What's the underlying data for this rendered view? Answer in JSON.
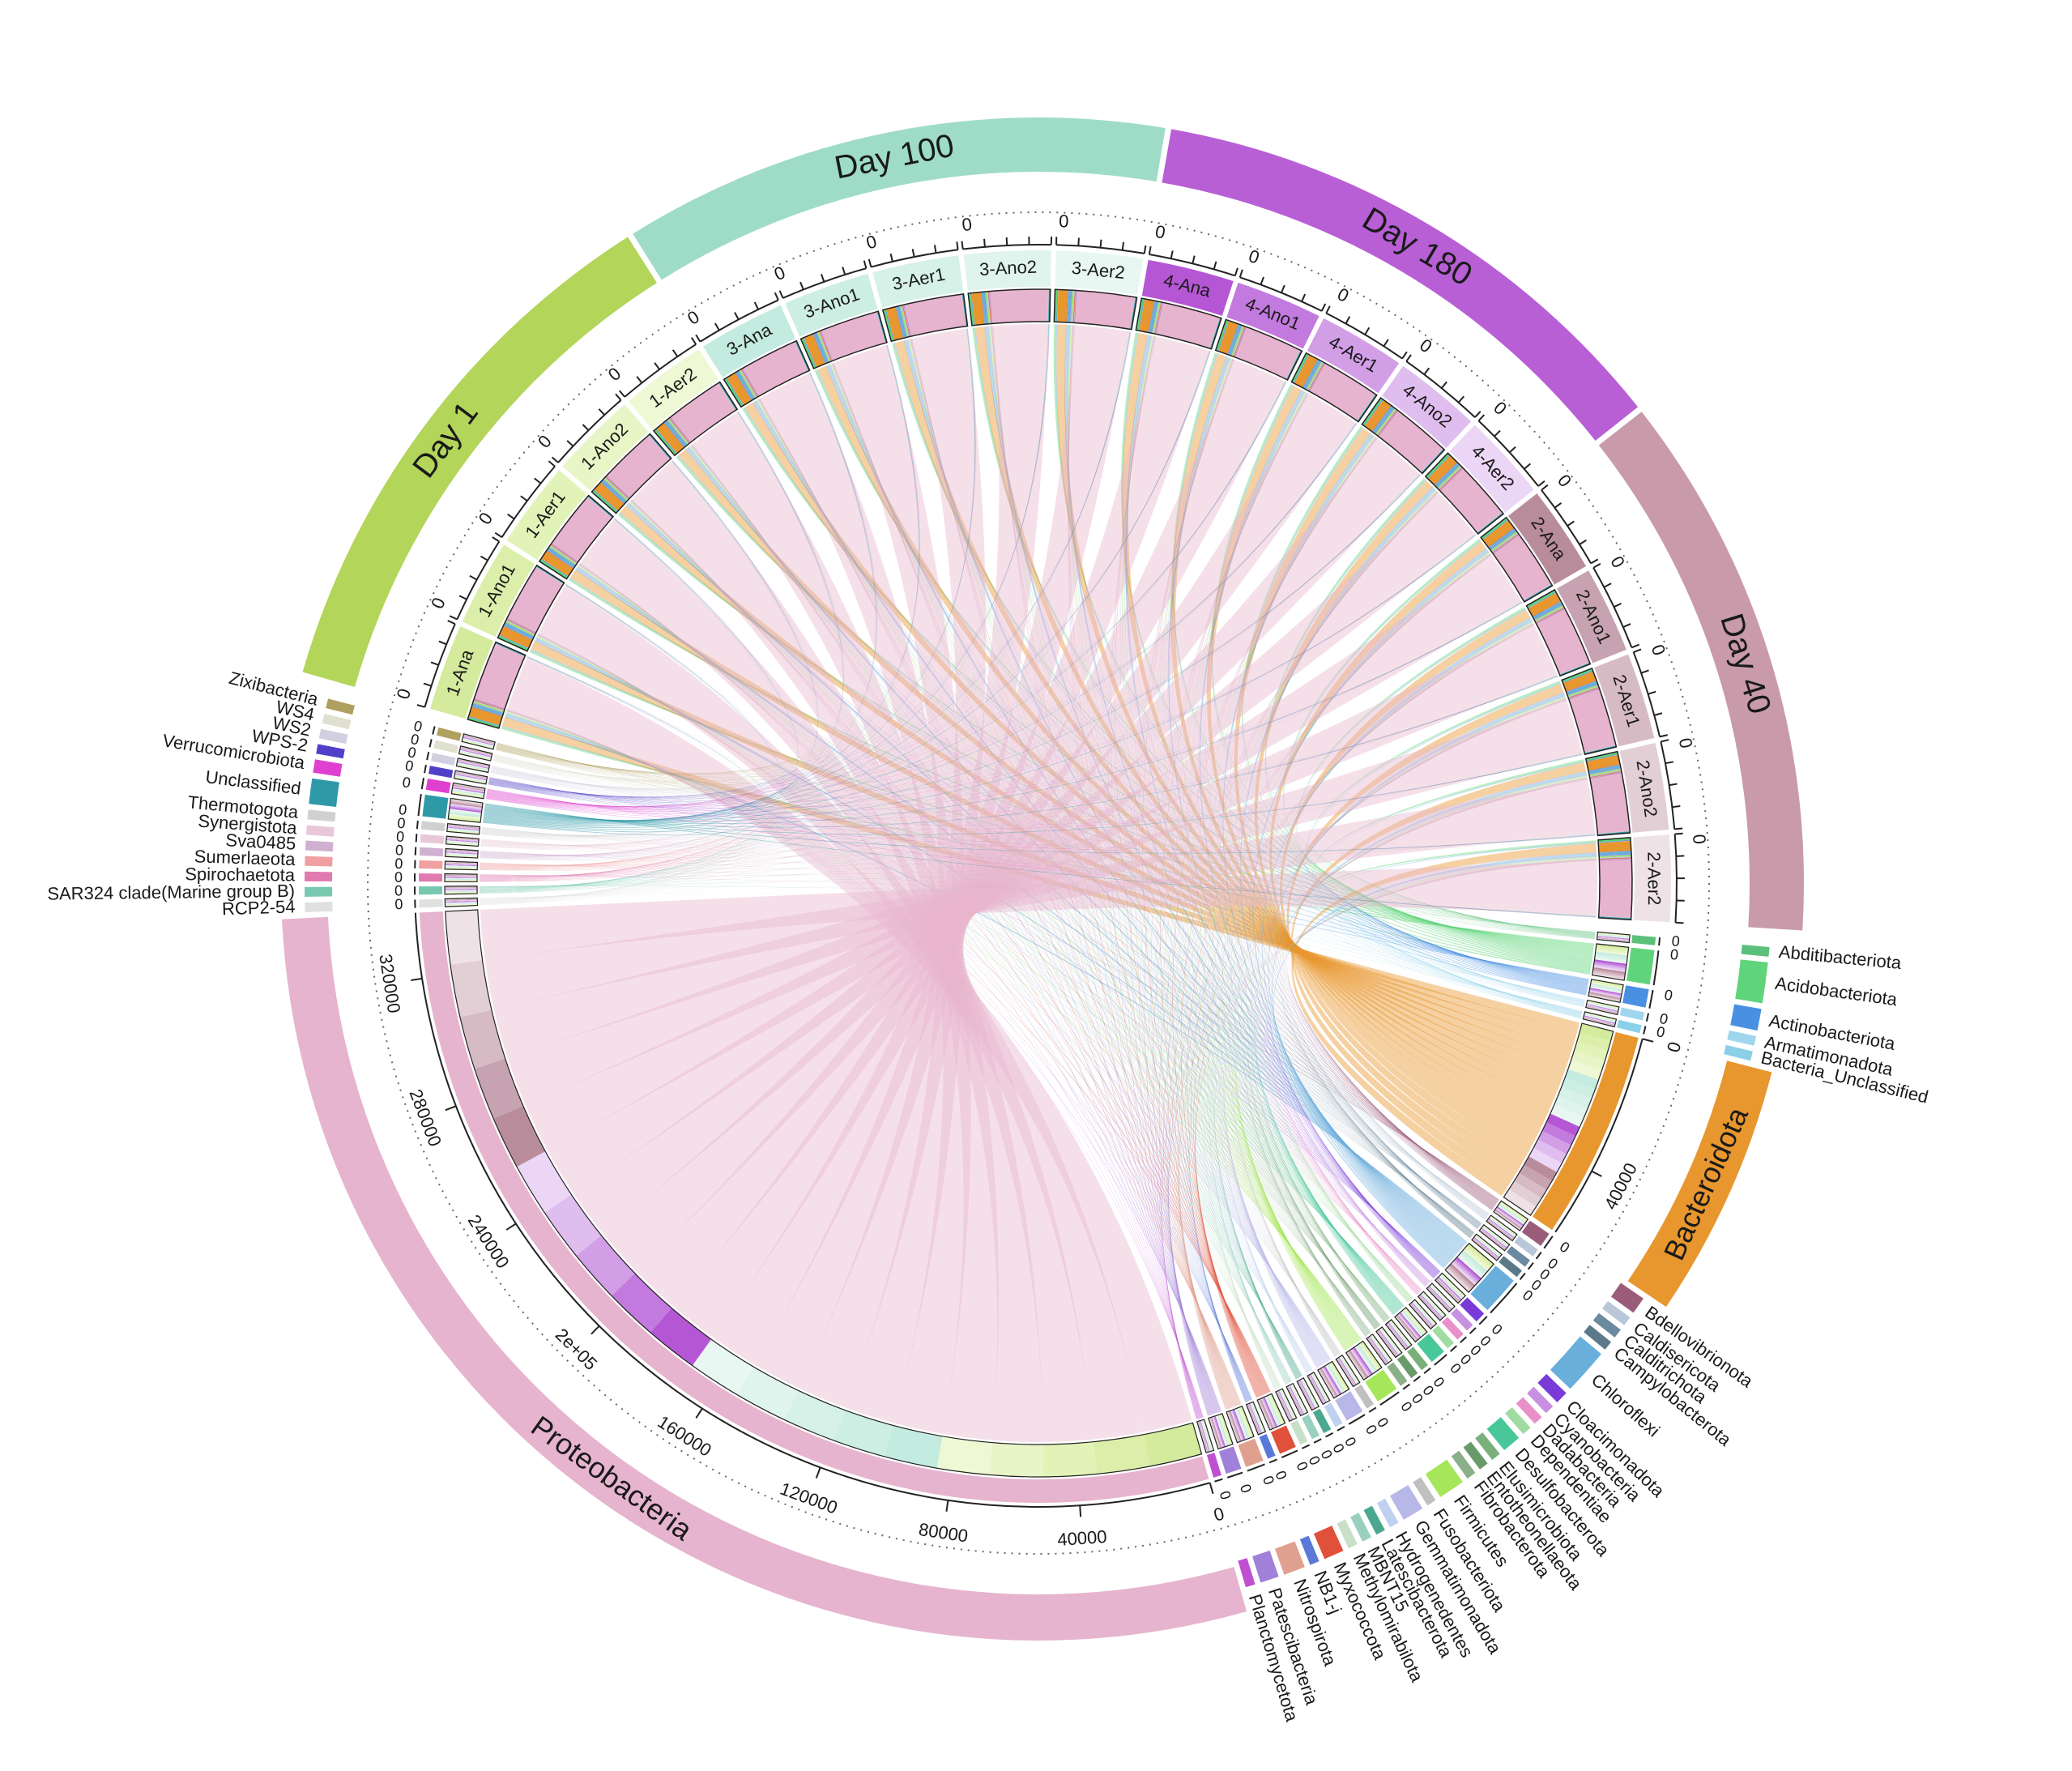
{
  "chart_data": {
    "type": "chord",
    "groups": [
      {
        "name": "Day 1",
        "color": "#b2d55a",
        "samples": [
          "1-Ana",
          "1-Ano1",
          "1-Aer1",
          "1-Ano2",
          "1-Aer2"
        ]
      },
      {
        "name": "Day 100",
        "color": "#9fdcc8",
        "samples": [
          "3-Ana",
          "3-Ano1",
          "3-Aer1",
          "3-Ano2",
          "3-Aer2"
        ]
      },
      {
        "name": "Day 180",
        "color": "#b85fd6",
        "samples": [
          "4-Ana",
          "4-Ano1",
          "4-Aer1",
          "4-Ano2",
          "4-Aer2"
        ]
      },
      {
        "name": "Day 40",
        "color": "#c89aaa",
        "samples": [
          "2-Ana",
          "2-Ano1",
          "2-Aer1",
          "2-Ano2",
          "2-Aer2"
        ]
      }
    ],
    "sample_colors": {
      "1-Ana": "#d4ea9c",
      "1-Ano1": "#dcefaa",
      "1-Aer1": "#e2f3b8",
      "1-Ano2": "#e8f5c6",
      "1-Aer2": "#eef8d4",
      "3-Ana": "#c4ebdf",
      "3-Ano1": "#cdeee3",
      "3-Aer1": "#d6f1e8",
      "3-Ano2": "#dff4ec",
      "3-Aer2": "#e8f7f1",
      "4-Ana": "#b556d4",
      "4-Ano1": "#c27ade",
      "4-Aer1": "#d29ee6",
      "4-Ano2": "#dfbdef",
      "4-Aer2": "#ecd6f5",
      "2-Ana": "#b98c9c",
      "2-Ano1": "#c7a2b0",
      "2-Aer1": "#d6bac4",
      "2-Ano2": "#e2ced5",
      "2-Aer2": "#eee2e7"
    },
    "sample_axis": {
      "tick_label": "0"
    },
    "phyla": [
      {
        "name": "Abditibacteriota",
        "color": "#5cc07a",
        "total": 0
      },
      {
        "name": "Acidobacteriota",
        "color": "#5fd47a",
        "total": 14000
      },
      {
        "name": "Actinobacteriota",
        "color": "#4a90e2",
        "total": 4000
      },
      {
        "name": "Armatimonadota",
        "color": "#9fd6ee",
        "total": 600
      },
      {
        "name": "Bacteria_Unclassified",
        "color": "#8ad0e8",
        "total": 400
      },
      {
        "name": "Bacteroidota",
        "color": "#e8962e",
        "total": 56000
      },
      {
        "name": "Bdellovibrionota",
        "color": "#9b5c7a",
        "total": 2500
      },
      {
        "name": "Caldisericota",
        "color": "#b8c8d8",
        "total": 300
      },
      {
        "name": "Calditrichota",
        "color": "#6a8aa0",
        "total": 400
      },
      {
        "name": "Campylobacterota",
        "color": "#5a7a8a",
        "total": 600
      },
      {
        "name": "Chloroflexi",
        "color": "#6aaedc",
        "total": 18000
      },
      {
        "name": "Cloacimonadota",
        "color": "#7a3ad8",
        "total": 1400
      },
      {
        "name": "Cyanobacteria",
        "color": "#c890e0",
        "total": 500
      },
      {
        "name": "Dadabacteria",
        "color": "#e890c8",
        "total": 300
      },
      {
        "name": "Dependentiae",
        "color": "#a0dca0",
        "total": 300
      },
      {
        "name": "Desulfobacterota",
        "color": "#48c89a",
        "total": 3000
      },
      {
        "name": "Elusimicrobiota",
        "color": "#7ab07a",
        "total": 400
      },
      {
        "name": "Entotheonellaeota",
        "color": "#6a9a6a",
        "total": 300
      },
      {
        "name": "Fibrobacterota",
        "color": "#8ab08a",
        "total": 300
      },
      {
        "name": "Firmicutes",
        "color": "#a6e65a",
        "total": 6000
      },
      {
        "name": "Fusobacteriota",
        "color": "#c0c0c0",
        "total": 300
      },
      {
        "name": "Gemmatimonadota",
        "color": "#b8b8e8",
        "total": 4000
      },
      {
        "name": "Hydrogenedentes",
        "color": "#c0d0f0",
        "total": 400
      },
      {
        "name": "Latescibacterota",
        "color": "#4aa890",
        "total": 600
      },
      {
        "name": "MBNT15",
        "color": "#9ad0c0",
        "total": 300
      },
      {
        "name": "Methylomirabilota",
        "color": "#c8e0c8",
        "total": 300
      },
      {
        "name": "Myxococcota",
        "color": "#e0503a",
        "total": 3500
      },
      {
        "name": "NB1-j",
        "color": "#5a78d8",
        "total": 500
      },
      {
        "name": "Nitrospirota",
        "color": "#e0a090",
        "total": 4000
      },
      {
        "name": "Patescibacteria",
        "color": "#a080d8",
        "total": 3000
      },
      {
        "name": "Planctomycetota",
        "color": "#c050d0",
        "total": 800
      },
      {
        "name": "Proteobacteria",
        "color": "#e6b4ce",
        "total": 340000
      },
      {
        "name": "RCP2-54",
        "color": "#e0e0e0",
        "total": 300
      },
      {
        "name": "SAR324 clade(Marine group B)",
        "color": "#78c8b0",
        "total": 600
      },
      {
        "name": "Spirochaetota",
        "color": "#e07ab0",
        "total": 600
      },
      {
        "name": "Sumerlaeota",
        "color": "#f0a0a0",
        "total": 300
      },
      {
        "name": "Sva0485",
        "color": "#d0b0d0",
        "total": 300
      },
      {
        "name": "Synergistota",
        "color": "#e8c8d8",
        "total": 300
      },
      {
        "name": "Thermotogota",
        "color": "#d0d0d0",
        "total": 300
      },
      {
        "name": "Unclassified",
        "color": "#2e9aa8",
        "total": 5500
      },
      {
        "name": "Verrucomicrobiota",
        "color": "#e040d0",
        "total": 1500
      },
      {
        "name": "WPS-2",
        "color": "#5040c8",
        "total": 500
      },
      {
        "name": "WS2",
        "color": "#d0d0e0",
        "total": 200
      },
      {
        "name": "WS4",
        "color": "#e0e0d0",
        "total": 200
      },
      {
        "name": "Zixibacteria",
        "color": "#b0a060",
        "total": 300
      }
    ],
    "proteobacteria_axis": {
      "tick_labels": [
        "0",
        "40000",
        "80000",
        "120000",
        "160000",
        "2e+05",
        "240000",
        "280000",
        "320000"
      ]
    },
    "bacteroidota_axis": {
      "tick_labels": [
        "0",
        "40000"
      ]
    },
    "small_axis_tick": "0"
  }
}
